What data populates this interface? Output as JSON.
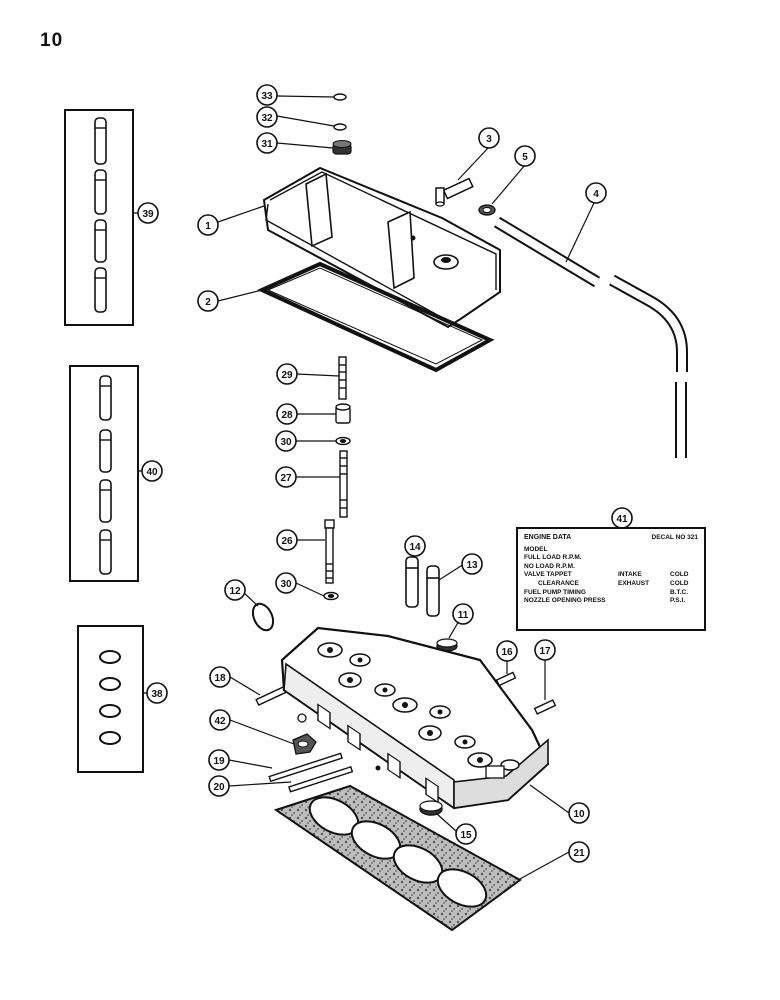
{
  "page_number": "10",
  "callouts": {
    "c1": "1",
    "c2": "2",
    "c3": "3",
    "c4": "4",
    "c5": "5",
    "c10": "10",
    "c11": "11",
    "c12": "12",
    "c13": "13",
    "c14": "14",
    "c15": "15",
    "c16": "16",
    "c17": "17",
    "c18": "18",
    "c19": "19",
    "c20": "20",
    "c21": "21",
    "c26": "26",
    "c27": "27",
    "c28": "28",
    "c29": "29",
    "c30a": "30",
    "c30b": "30",
    "c31": "31",
    "c32": "32",
    "c33": "33",
    "c38": "38",
    "c39": "39",
    "c40": "40",
    "c41": "41",
    "c42": "42"
  },
  "decal": {
    "title": "ENGINE DATA",
    "decal_no": "DECAL NO 321",
    "rows": [
      {
        "label": "MODEL",
        "mid": "",
        "val": ""
      },
      {
        "label": "FULL LOAD R.P.M.",
        "mid": "",
        "val": ""
      },
      {
        "label": "NO LOAD R.P.M.",
        "mid": "",
        "val": ""
      },
      {
        "label": "VALVE TAPPET",
        "mid": "INTAKE",
        "val": "COLD"
      },
      {
        "label": "CLEARANCE",
        "mid": "EXHAUST",
        "val": "COLD"
      },
      {
        "label": "FUEL PUMP TIMING",
        "mid": "",
        "val": "B.T.C."
      },
      {
        "label": "NOZZLE OPENING PRESS",
        "mid": "",
        "val": "P.S.I."
      }
    ]
  }
}
